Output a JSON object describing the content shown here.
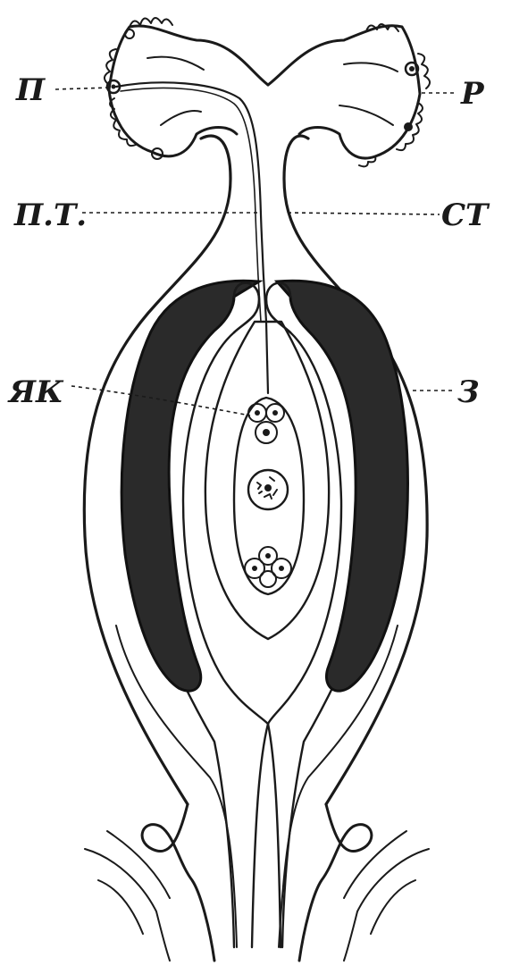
{
  "labels": {
    "pollen": "П",
    "stigma": "Р",
    "pollen_tube": "П.Т.",
    "style": "СТ",
    "egg_apparatus": "ЯК",
    "ovule": "З"
  },
  "colors": {
    "ink": "#1a1a1a",
    "paper": "#ffffff",
    "dark_tissue": "#2a2a2a"
  }
}
